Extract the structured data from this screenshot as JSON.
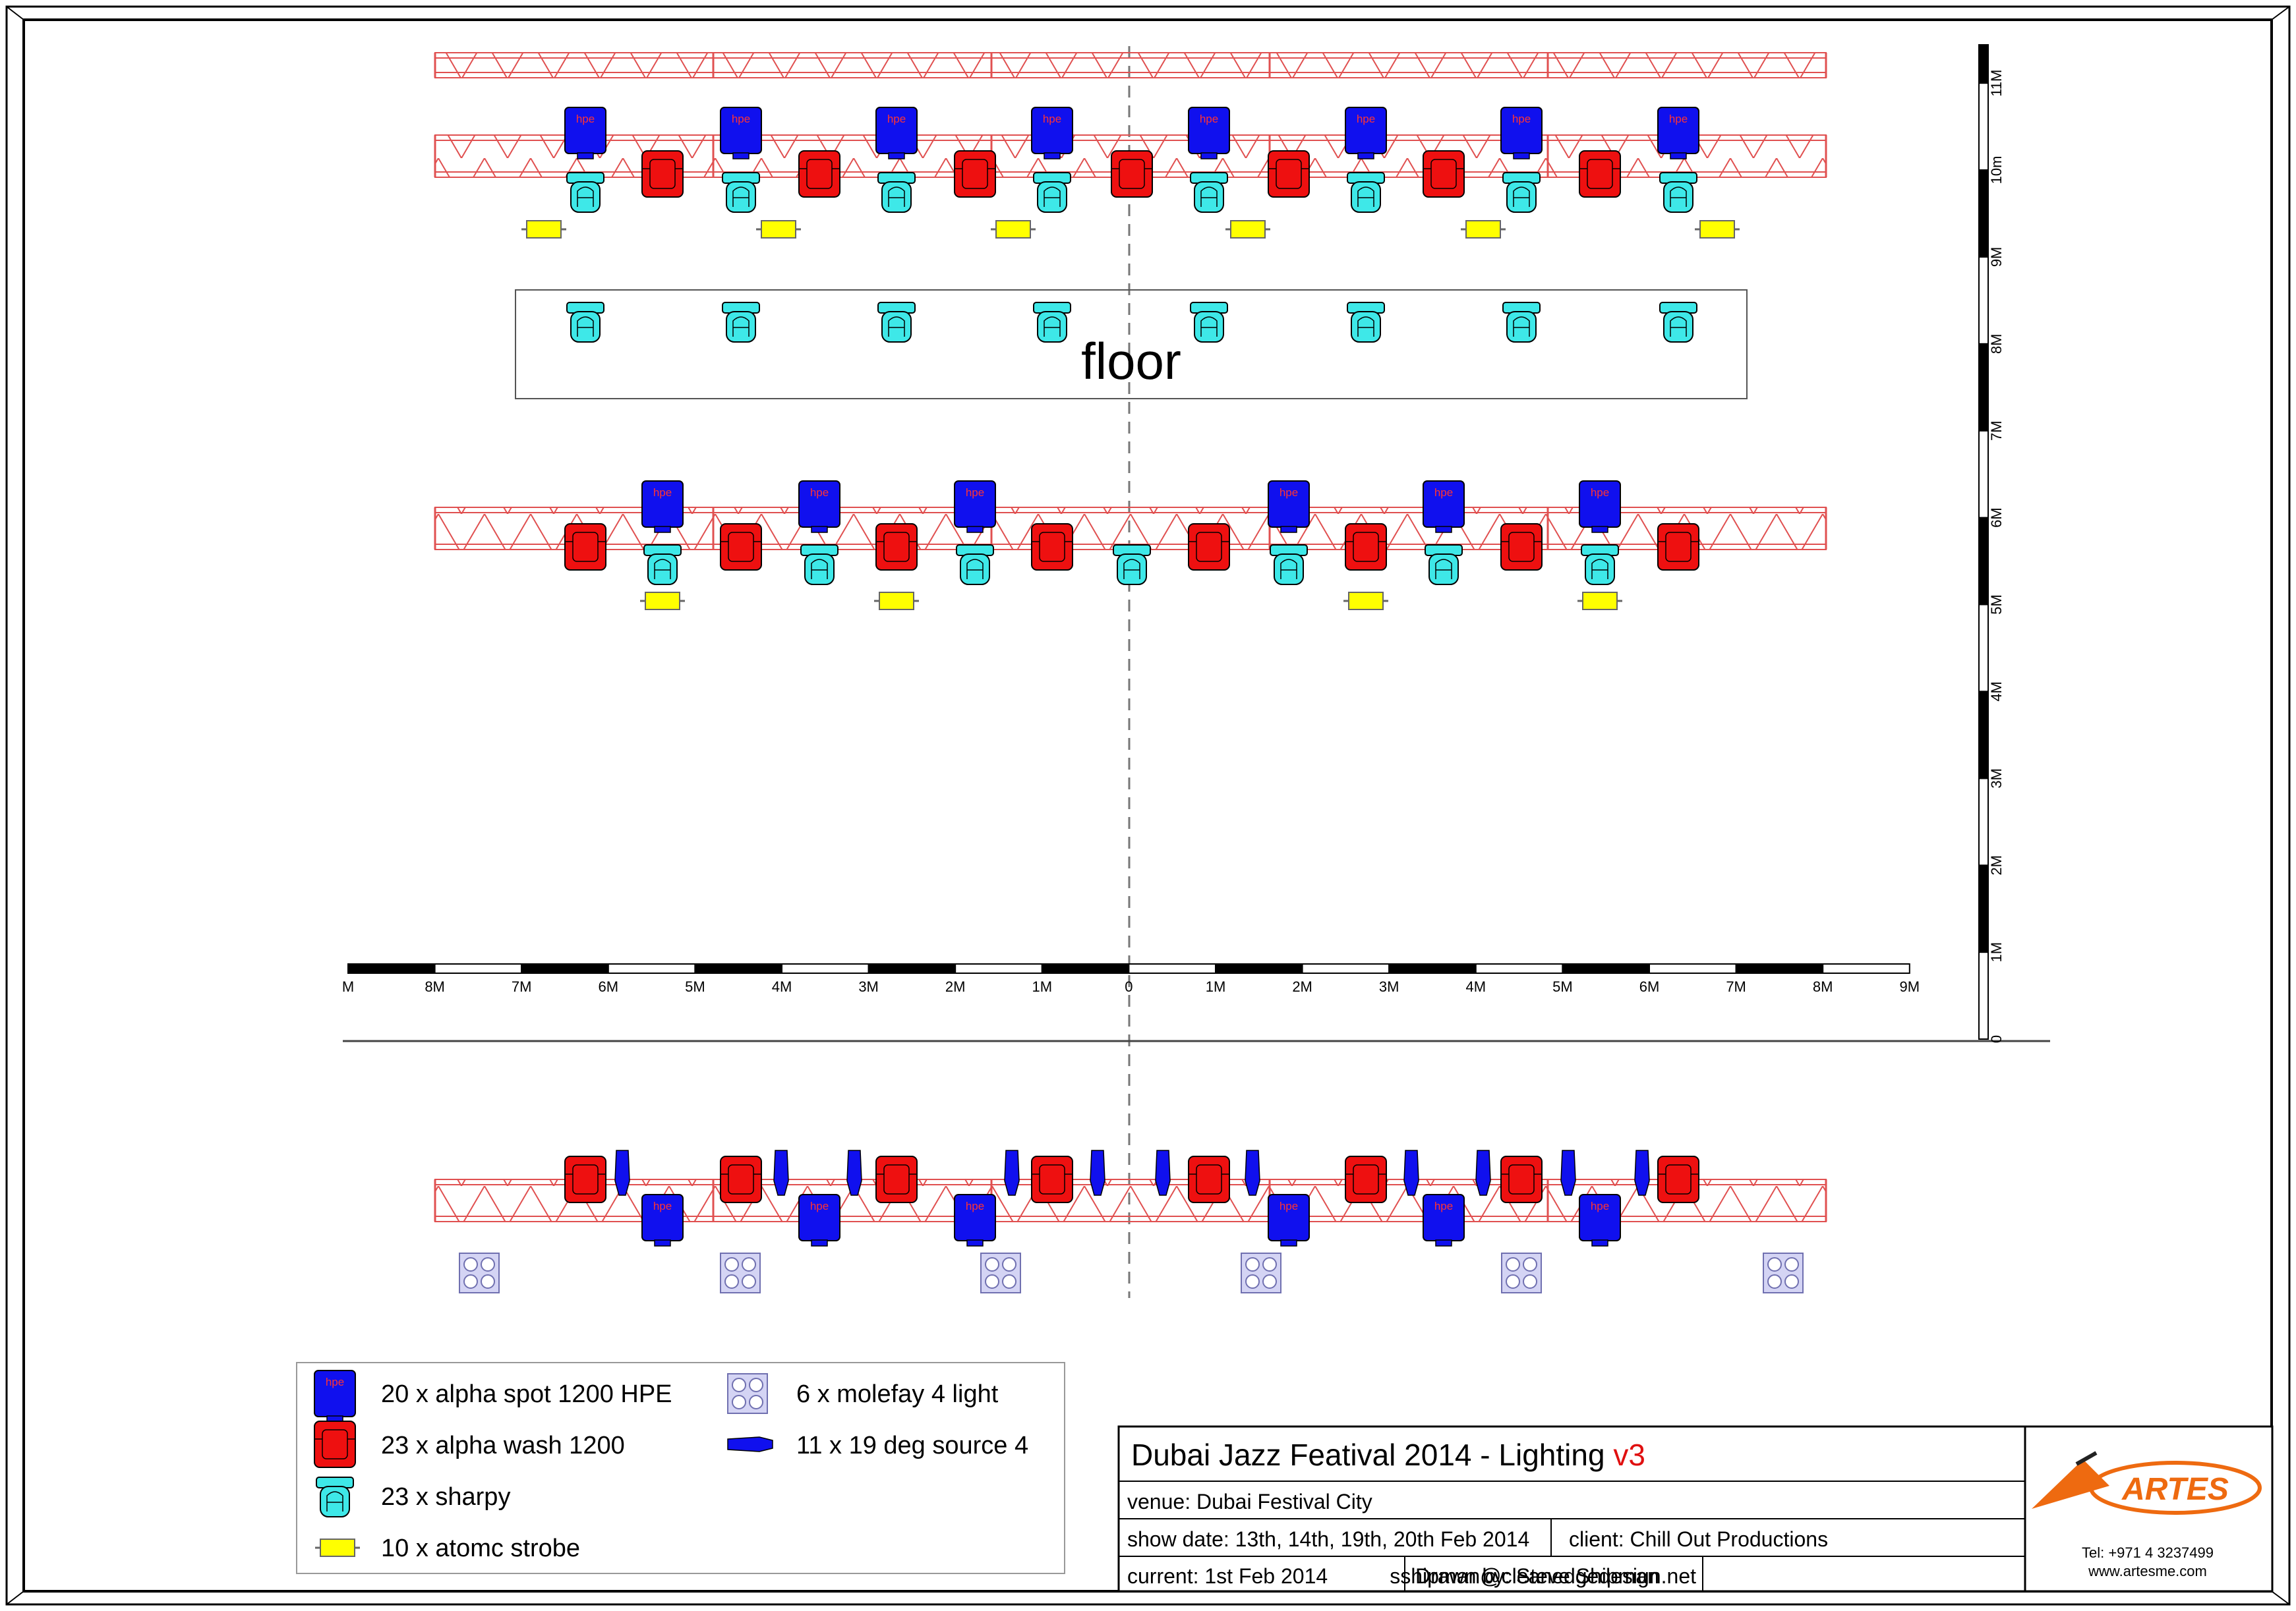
{
  "floor_label": "floor",
  "fixture_label": "hpe",
  "horizontal_scale": {
    "labels": [
      "M",
      "8M",
      "7M",
      "6M",
      "5M",
      "4M",
      "3M",
      "2M",
      "1M",
      "0",
      "1M",
      "2M",
      "3M",
      "4M",
      "5M",
      "6M",
      "7M",
      "8M",
      "9M"
    ]
  },
  "vertical_scale": {
    "labels": [
      "0",
      "1M",
      "2M",
      "3M",
      "4M",
      "5M",
      "6M",
      "7M",
      "8M",
      "9M",
      "10m",
      "11M"
    ]
  },
  "legend": [
    {
      "text": "20 x alpha spot 1200 HPE",
      "icon": "alpha-spot-icon",
      "color": "#1010ee"
    },
    {
      "text": "23 x alpha wash 1200",
      "icon": "alpha-wash-icon",
      "color": "#ee1010"
    },
    {
      "text": "23 x sharpy",
      "icon": "sharpy-icon",
      "color": "#3ee8e8"
    },
    {
      "text": "10 x atomc strobe",
      "icon": "strobe-icon",
      "color": "#ffff00"
    },
    {
      "text": "6 x molefay 4 light",
      "icon": "molefay-icon",
      "color": "#c8c8f0"
    },
    {
      "text": "11 x 19 deg source 4",
      "icon": "source4-icon",
      "color": "#1010ee"
    }
  ],
  "title_block": {
    "title_main": "Dubai Jazz Featival 2014 - Lighting ",
    "title_version": "v3",
    "venue": "venue: Dubai Festival City",
    "show_date": "show date: 13th, 14th, 19th, 20th Feb 2014",
    "client": "client: Chill Out Productions",
    "current": "current: 1st Feb 2014",
    "drawn_by": "Drawn by: Steve Shipman",
    "email": "sshipman@cleanedgedesign.net",
    "logo_text": "ARTES",
    "tel": "Tel: +971 4 3237499",
    "website": "www.artesme.com"
  },
  "colors": {
    "spot": "#1010ee",
    "wash": "#ee1010",
    "sharpy": "#3ee8e8",
    "strobe": "#ffff00",
    "truss": "#e05050",
    "version": "#e01010",
    "logo_orange": "#ee6a10"
  }
}
